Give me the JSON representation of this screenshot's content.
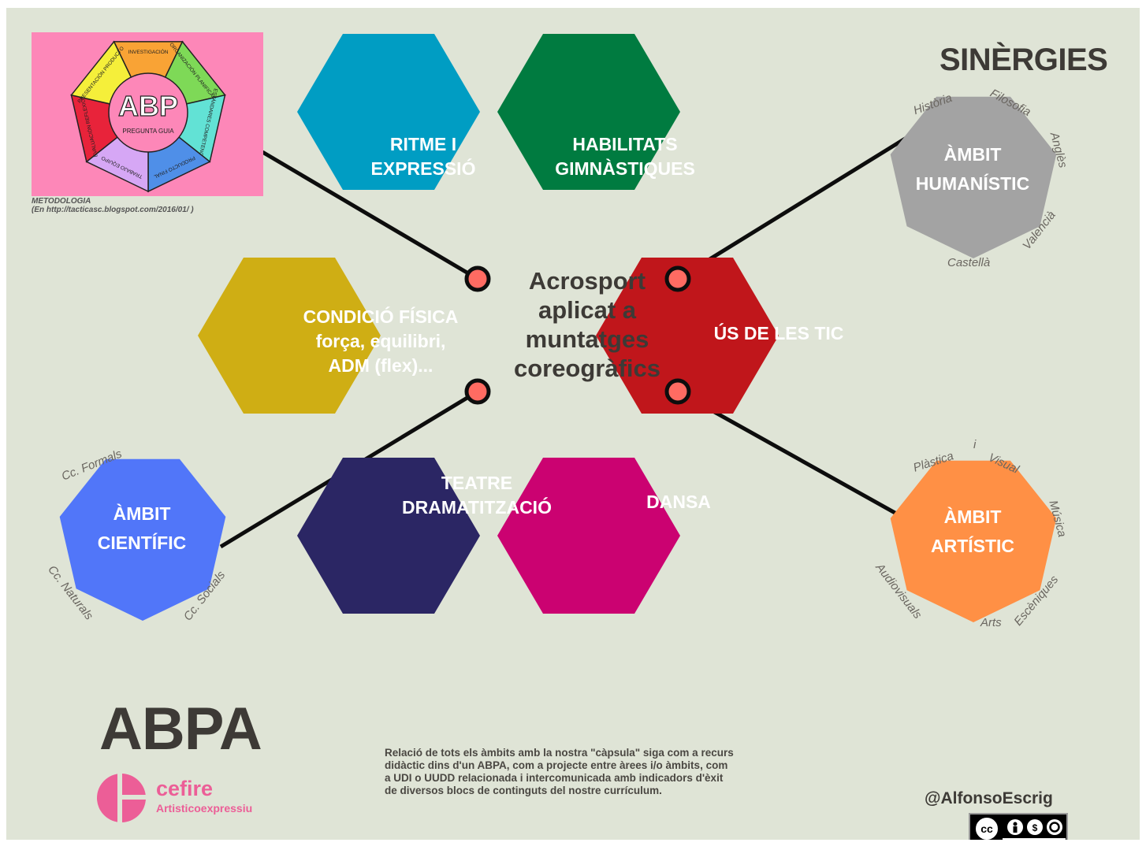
{
  "center_title": [
    "Acrosport",
    "aplicat a",
    "muntatges",
    "coreogràfics"
  ],
  "hexagons": [
    {
      "id": "ritme",
      "lines": [
        "RITME I",
        "EXPRESSIÓ"
      ],
      "color": "#009dc3"
    },
    {
      "id": "habilitats",
      "lines": [
        "HABILITATS",
        "GIMNÀSTIQUES"
      ],
      "color": "#007b40"
    },
    {
      "id": "condicio",
      "lines": [
        "CONDICIÓ FÍSICA",
        "força, equilibri,",
        "ADM (flex)..."
      ],
      "color": "#cfae14"
    },
    {
      "id": "tic",
      "lines": [
        "ÚS DE LES TIC"
      ],
      "color": "#c0161b"
    },
    {
      "id": "teatre",
      "lines": [
        "TEATRE",
        "DRAMATITZACIÓ"
      ],
      "color": "#2b2664"
    },
    {
      "id": "dansa",
      "lines": [
        "DANSA"
      ],
      "color": "#cb0271"
    }
  ],
  "sinergies_title": "SINÈRGIES",
  "ambits": [
    {
      "id": "humanistic",
      "lines": [
        "ÀMBIT",
        "HUMANÍSTIC"
      ],
      "color": "#a3a3a3",
      "subjects": [
        "Història",
        "Filosofia",
        "Anglès",
        "Valencià",
        "Castellà"
      ]
    },
    {
      "id": "artistic",
      "lines": [
        "ÀMBIT",
        "ARTÍSTIC"
      ],
      "color": "#ff9045",
      "subjects": [
        "Plàstica",
        "i",
        "Visual",
        "Música",
        "Arts",
        "Escèniques",
        "Audiovisuals"
      ]
    },
    {
      "id": "cientific",
      "lines": [
        "ÀMBIT",
        "CIENTÍFIC"
      ],
      "color": "#5176f9",
      "subjects": [
        "Cc. Formals",
        "Cc. Naturals",
        "Cc. Socials"
      ]
    }
  ],
  "metodologia": {
    "caption_lines": [
      "METODOLOGIA",
      "(En http://tacticasc.blogspot.com/2016/01/ )"
    ],
    "center_text": "ABP",
    "center_sub": "PREGUNTA  GUIA",
    "segments": [
      {
        "text": "INVESTIGACIÓN",
        "color": "#f9a335"
      },
      {
        "text": "ORGANIZACIÓN PLANIFICACIÓN",
        "color": "#7ed957"
      },
      {
        "text": "ESTÁNDARES COMPETENCIAS",
        "color": "#62e2d5"
      },
      {
        "text": "PRODUCTO FINAL",
        "color": "#4f8fe8"
      },
      {
        "text": "TRABAJO EQUIPO",
        "color": "#d6a7f5"
      },
      {
        "text": "EVALUACIÓN REFLEXIÓN",
        "color": "#e8233a"
      },
      {
        "text": "PRESENTACIÓN PRODUCTO",
        "color": "#f5ef3a"
      }
    ],
    "background": "#fd87b8"
  },
  "abpa_title": "ABPA",
  "description_lines": [
    "Relació de tots els àmbits amb la nostra \"càpsula\" siga com a recurs",
    "didàctic dins d'un ABPA, com a projecte entre àrees i/o àmbits, com",
    "a UDI o UUDD relacionada i intercomunicada amb indicadors d'èxit",
    "de diversos blocs de continguts del nostre currículum."
  ],
  "author": "@AlfonsoEscrig",
  "cefire": {
    "name": "cefire",
    "subtitle": "Artisticoexpressiu",
    "color": "#ec5e97"
  },
  "license": {
    "labels": [
      "BY",
      "NC",
      "SA"
    ]
  },
  "connector_color": "#ff6b62",
  "line_color": "#0d0d0d"
}
